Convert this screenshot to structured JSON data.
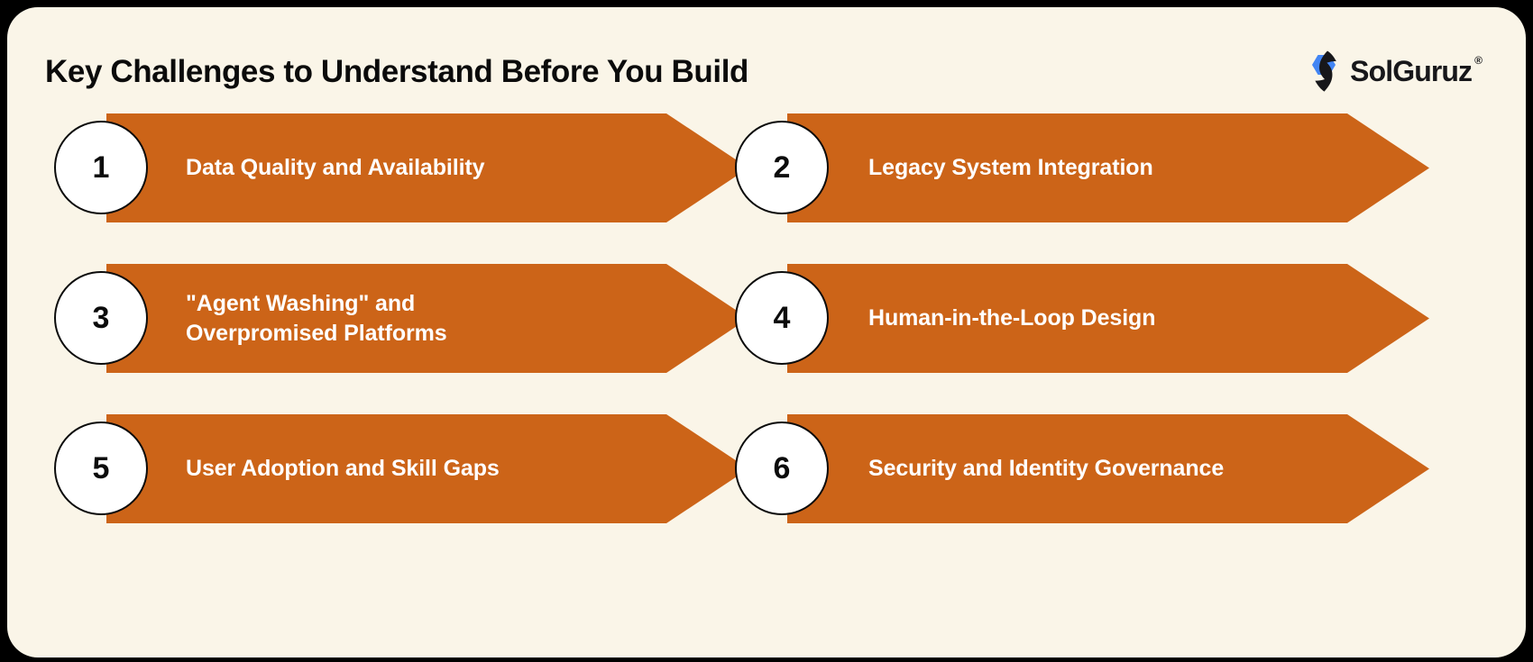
{
  "header": {
    "title": "Key Challenges to Understand Before You Build",
    "logo": {
      "mark": "solguruz-hexagon-swoosh-icon",
      "wordmark": "SolGuruz",
      "registered": "®",
      "mark_blue": "#4285F4",
      "mark_dark": "#17171A"
    }
  },
  "colors": {
    "frame": "#000000",
    "card_background": "#FAF5E8",
    "arrow": "#CC6418",
    "arrow_text": "#FFFFFF",
    "badge_background": "#FFFFFF",
    "badge_border": "#0B0B0B",
    "title_text": "#0B0B0B"
  },
  "challenges": [
    {
      "number": "1",
      "label": "Data Quality and Availability",
      "column": "left"
    },
    {
      "number": "2",
      "label": "Legacy System Integration",
      "column": "right"
    },
    {
      "number": "3",
      "label": "\"Agent Washing\" and Overpromised Platforms",
      "column": "left"
    },
    {
      "number": "4",
      "label": "Human-in-the-Loop Design",
      "column": "right"
    },
    {
      "number": "5",
      "label": "User Adoption and Skill Gaps",
      "column": "left"
    },
    {
      "number": "6",
      "label": "Security and Identity Governance",
      "column": "right"
    }
  ]
}
